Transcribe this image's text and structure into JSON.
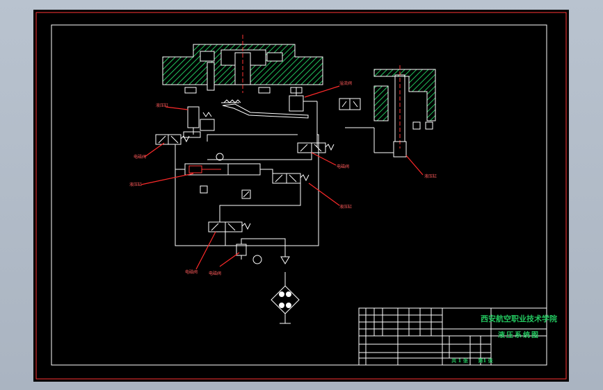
{
  "drawing": {
    "title_block": {
      "institution": "西安航空职业技术学院",
      "drawing_name": "液压系统图",
      "sheet_total": "共 1 张",
      "sheet_no": "第1 张"
    },
    "callouts": [
      "液压缸",
      "电磁阀",
      "液压缸",
      "电磁阀",
      "液压缸",
      "电磁阀",
      "电磁阀",
      "溢流阀",
      "液压缸"
    ],
    "colors": {
      "background": "#000000",
      "lines": "#ffffff",
      "hatch": "#22c55e",
      "leaders": "#ff2a2a",
      "frame": "#ff3333",
      "text": "#22c55e"
    }
  }
}
